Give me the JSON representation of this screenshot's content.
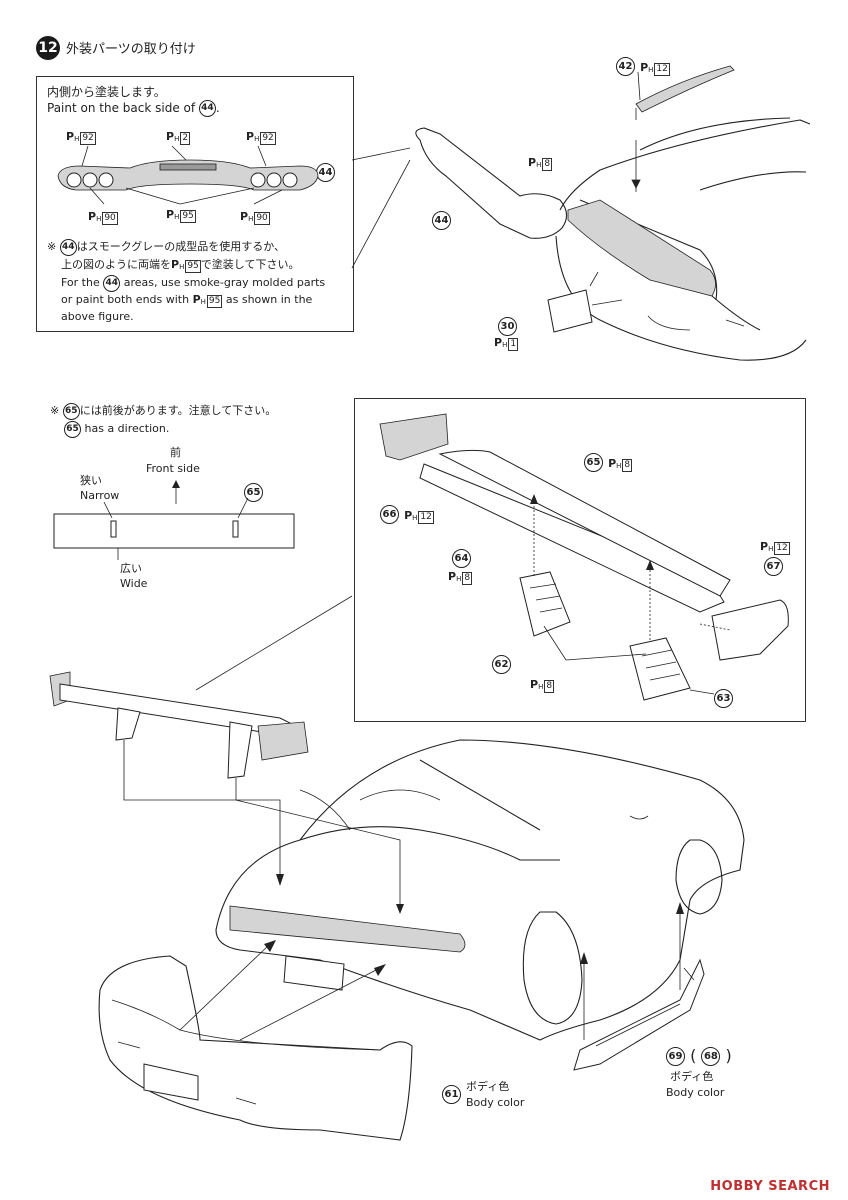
{
  "step": {
    "number": "12",
    "title": "外装パーツの取り付け"
  },
  "top_box": {
    "note_jp": "内側から塗装します。",
    "note_en_prefix": "Paint on the back side of",
    "note_en_part": "44",
    "note_en_suffix": ".",
    "paints": {
      "ph92": "92",
      "ph2": "2",
      "ph90": "90",
      "ph95": "95"
    },
    "part44": "44",
    "caution_mark": "※",
    "caution_part": "44",
    "caution_jp_1": "はスモークグレーの成型品を使用するか、",
    "caution_jp_2a": "上の図のように両端を",
    "caution_jp_2b": "で塗装して下さい。",
    "caution_paint": "95",
    "caution_en_1a": "For the",
    "caution_en_1b": "areas, use smoke-gray molded parts",
    "caution_en_2a": "or paint both ends with",
    "caution_en_2b": "as shown in the",
    "caution_en_3": "above figure."
  },
  "top_right": {
    "p42": "42",
    "p42_paint": "12",
    "p44": "44",
    "p_mid_paint": "8",
    "p30": "30",
    "p30_paint": "1"
  },
  "direction_note": {
    "mark": "※",
    "part": "65",
    "jp": "には前後があります。注意して下さい。",
    "en": "has a direction.",
    "front_jp": "前",
    "front_en": "Front side",
    "narrow_jp": "狭い",
    "narrow_en": "Narrow",
    "wide_jp": "広い",
    "wide_en": "Wide",
    "part_label": "65"
  },
  "wing_box": {
    "p65": "65",
    "p65_paint": "8",
    "p66": "66",
    "p66_paint": "12",
    "p64": "64",
    "p64_paint": "8",
    "p67": "67",
    "p67_paint": "12",
    "p62": "62",
    "p63": "63",
    "stay_paint": "8"
  },
  "bottom": {
    "p61": "61",
    "p61_jp": "ボディ色",
    "p61_en": "Body color",
    "p69": "69",
    "p68": "68",
    "p69_jp": "ボディ色",
    "p69_en": "Body color"
  },
  "watermark": {
    "brand": "H",
    "rest": "OBBY SEARCH"
  }
}
